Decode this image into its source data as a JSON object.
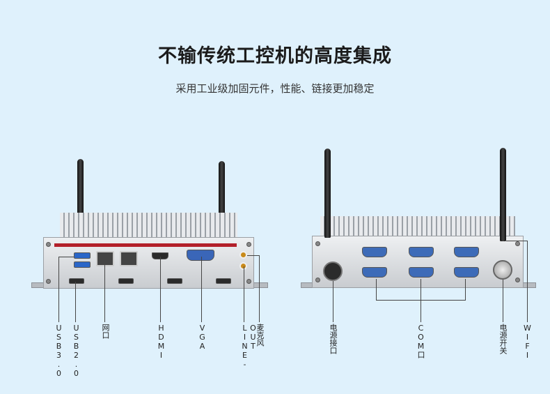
{
  "header": {
    "title": "不输传统工控机的高度集成",
    "subtitle": "采用工业级加固元件，性能、链接更加稳定"
  },
  "left_device": {
    "labels": [
      "USB3.0",
      "USB2.0",
      "网口",
      "HDMI",
      "VGA",
      "LINE-OUT",
      "麦克风"
    ]
  },
  "right_device": {
    "labels": [
      "电源接口",
      "COM口",
      "电源开关",
      "WIFI"
    ]
  },
  "colors": {
    "background": "#dff1fc",
    "accent": "#b3202a",
    "port_blue": "#3a66b8"
  }
}
